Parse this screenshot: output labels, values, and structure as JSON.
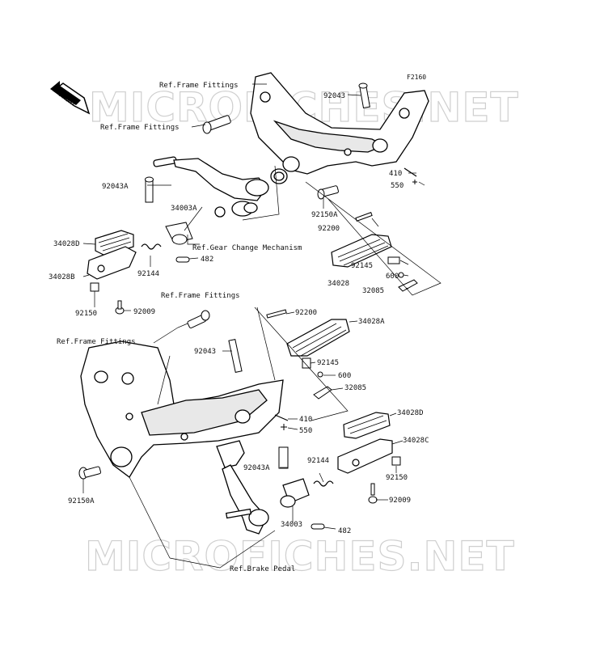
{
  "diagram_code": "F2160",
  "front_arrow_label": "FRONT",
  "watermark_text": "MICROFICHES.NET",
  "labels": {
    "ref_frame_fittings_1": "Ref.Frame Fittings",
    "ref_frame_fittings_2": "Ref.Frame Fittings",
    "ref_frame_fittings_3": "Ref.Frame Fittings",
    "ref_frame_fittings_4": "Ref.Frame Fittings",
    "ref_gear_change": "Ref.Gear Change Mechanism",
    "ref_brake_pedal": "Ref.Brake Pedal",
    "p92043_top": "92043",
    "p92043a_left": "92043A",
    "p34003a": "34003A",
    "p410_top": "410",
    "p550_top": "550",
    "p92150a_mid": "92150A",
    "p92200_top": "92200",
    "p34028d_left": "34028D",
    "p92144_left": "92144",
    "p482_left": "482",
    "p34028b": "34028B",
    "p92145_top": "92145",
    "p600_top": "600",
    "p34028": "34028",
    "p32085_top": "32085",
    "p92150_left": "92150",
    "p92009_left": "92009",
    "p92200_mid": "92200",
    "p34028a": "34028A",
    "p92043_mid": "92043",
    "p92145_mid": "92145",
    "p600_mid": "600",
    "p32085_mid": "32085",
    "p410_mid": "410",
    "p550_mid": "550",
    "p34028d_right": "34028D",
    "p34028c": "34028C",
    "p92144_right": "92144",
    "p92043a_right": "92043A",
    "p92150_right": "92150",
    "p92009_right": "92009",
    "p92150a_bottom": "92150A",
    "p34003": "34003",
    "p482_right": "482"
  }
}
